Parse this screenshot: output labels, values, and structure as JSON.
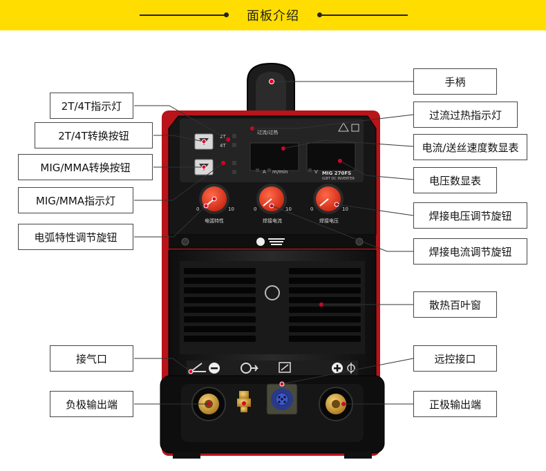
{
  "header": {
    "title": "面板介绍"
  },
  "callouts": {
    "handle": "手柄",
    "overcurrent_light": "过流过热指示灯",
    "current_display": "电流/送丝速度数显表",
    "voltage_display": "电压数显表",
    "voltage_knob": "焊接电压调节旋钮",
    "current_knob": "焊接电流调节旋钮",
    "louver": "散热百叶窗",
    "remote_port": "远控接口",
    "positive_output": "正极输出端",
    "t24_light": "2T/4T指示灯",
    "t24_button": "2T/4T转换按钮",
    "mig_mma_button": "MIG/MMA转换按钮",
    "mig_mma_light": "MIG/MMA指示灯",
    "arc_knob": "电弧特性调节旋钮",
    "gas_port": "接气口",
    "negative_output": "负极输出端"
  },
  "panel": {
    "overcurrent_text": "过流/过热",
    "mode_2t": "2T",
    "mode_4t": "4T",
    "unit_a": "A",
    "unit_m_min": "m/min",
    "unit_v": "V",
    "model": "MIG 270FS",
    "subtitle": "IGBT DC INVERTER",
    "knob_arc_label": "电弧特性",
    "knob_current_label": "焊接电流",
    "knob_voltage_label": "焊接电压",
    "scale_min": "0",
    "scale_max": "10"
  },
  "colors": {
    "accent_yellow": "#ffdd00",
    "leader_dot": "#e0002a",
    "knob_red": "#ea3d23",
    "machine_red": "#b8141a",
    "machine_black": "#1b1b1b"
  }
}
